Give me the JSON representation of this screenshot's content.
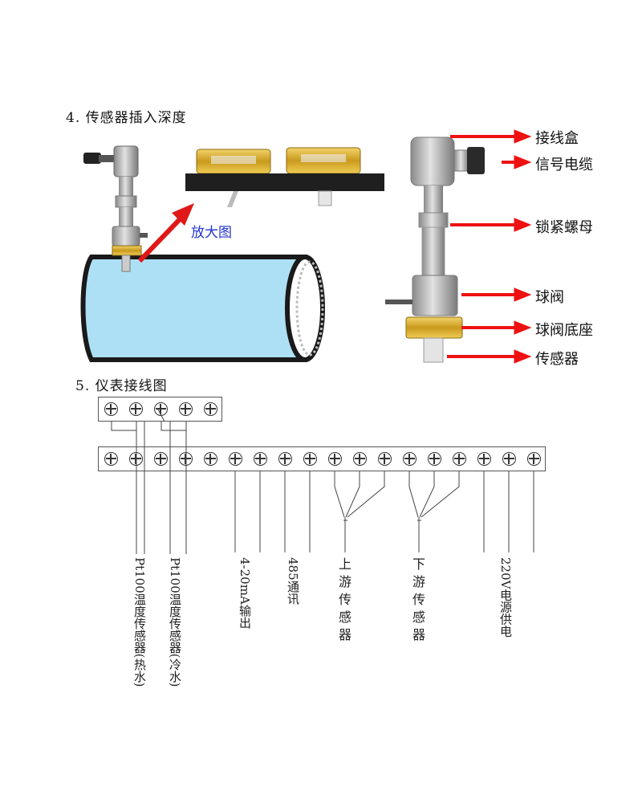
{
  "section4": {
    "title": "4. 传感器插入深度",
    "zoom_label": "放大图",
    "callouts": [
      "接线盒",
      "信号电缆",
      "锁紧螺母",
      "球阀",
      "球阀底座",
      "传感器"
    ],
    "arrow_color": "#ee1111",
    "pipe_color": "#aee0f5",
    "zoom_arrow_color": "#e01818"
  },
  "section5": {
    "title": "5. 仪表接线图",
    "top_terminal_count": 5,
    "main_terminal_count": 18,
    "labels": {
      "pt100_hot": "Pt100温度传感器(热水)",
      "pt100_cold": "Pt100温度传感器(冷水)",
      "output_4_20": "4-20mA输出",
      "comm_485": "485通讯",
      "upstream": "上游传感器",
      "downstream": "下游传感器",
      "power": "220V电源供电"
    }
  }
}
